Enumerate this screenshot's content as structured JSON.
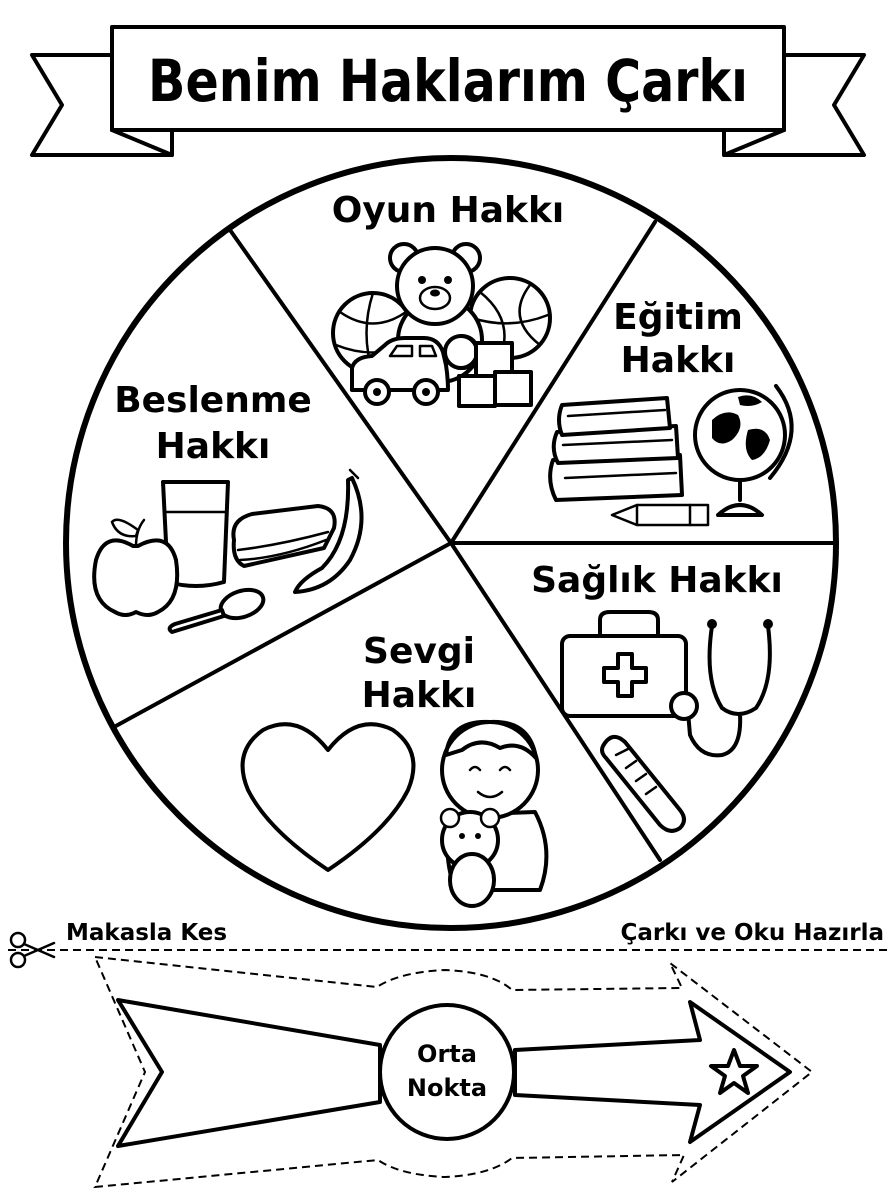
{
  "title": "Benim Haklarım Çarkı",
  "wheel": {
    "slices": [
      {
        "id": "oyun",
        "lines": [
          "Oyun Hakkı"
        ],
        "icons": [
          "teddy-bear-icon",
          "ball-icon",
          "toy-car-icon",
          "blocks-icon"
        ]
      },
      {
        "id": "egitim",
        "lines": [
          "Eğitim",
          "Hakkı"
        ],
        "icons": [
          "books-icon",
          "globe-icon",
          "pencil-icon"
        ]
      },
      {
        "id": "saglik",
        "lines": [
          "Sağlık Hakkı"
        ],
        "icons": [
          "first-aid-kit-icon",
          "stethoscope-icon",
          "thermometer-icon"
        ]
      },
      {
        "id": "sevgi",
        "lines": [
          "Sevgi",
          "Hakkı"
        ],
        "icons": [
          "heart-icon",
          "child-with-teddy-icon"
        ]
      },
      {
        "id": "beslenme",
        "lines": [
          "Beslenme",
          "Hakkı"
        ],
        "icons": [
          "apple-icon",
          "glass-icon",
          "sandwich-icon",
          "banana-icon",
          "spoon-icon"
        ]
      }
    ]
  },
  "cut_line": {
    "left_label": "Makasla Kes",
    "right_label": "Çarkı ve Oku Hazırla",
    "icon": "scissors-icon"
  },
  "arrow": {
    "center_lines": [
      "Orta",
      "Nokta"
    ],
    "icon": "star-icon"
  }
}
